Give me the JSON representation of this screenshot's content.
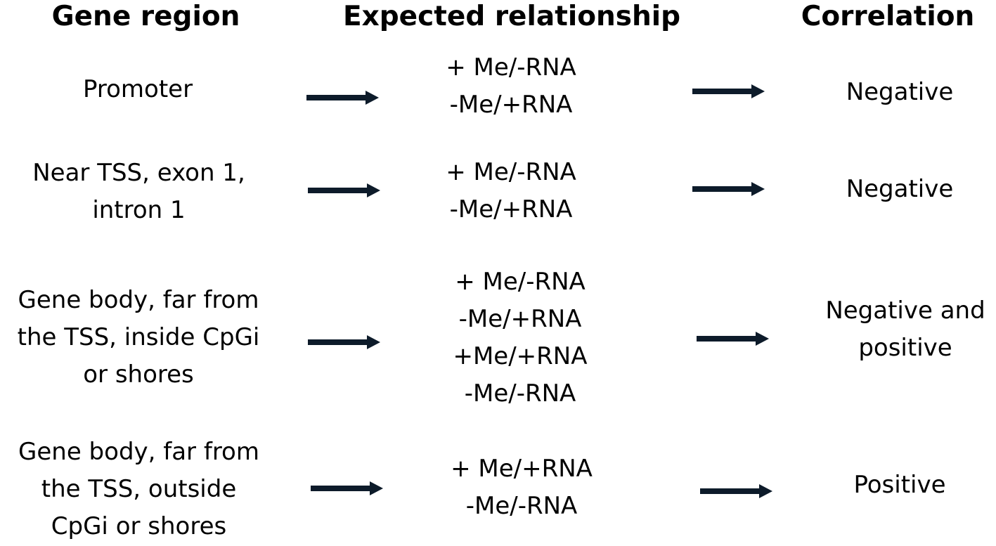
{
  "headers": {
    "gene_region": "Gene region",
    "expected_relationship": "Expected relationship",
    "correlation": "Correlation"
  },
  "rows": [
    {
      "region": [
        "Promoter"
      ],
      "relationship": [
        "+ Me/-RNA",
        "-Me/+RNA"
      ],
      "correlation": [
        "Negative"
      ]
    },
    {
      "region": [
        "Near TSS, exon 1,",
        "intron 1"
      ],
      "relationship": [
        "+ Me/-RNA",
        "-Me/+RNA"
      ],
      "correlation": [
        "Negative"
      ]
    },
    {
      "region": [
        "Gene body, far from",
        "the TSS, inside CpGi",
        "or shores"
      ],
      "relationship": [
        "+ Me/-RNA",
        "-Me/+RNA",
        "+Me/+RNA",
        "-Me/-RNA"
      ],
      "correlation": [
        "Negative and",
        "positive"
      ]
    },
    {
      "region": [
        "Gene body, far from",
        "the TSS, outside",
        "CpGi or shores"
      ],
      "relationship": [
        "+ Me/+RNA",
        "-Me/-RNA"
      ],
      "correlation": [
        "Positive"
      ]
    }
  ],
  "colors": {
    "arrow": "#0d1b2a",
    "text": "#000000"
  }
}
